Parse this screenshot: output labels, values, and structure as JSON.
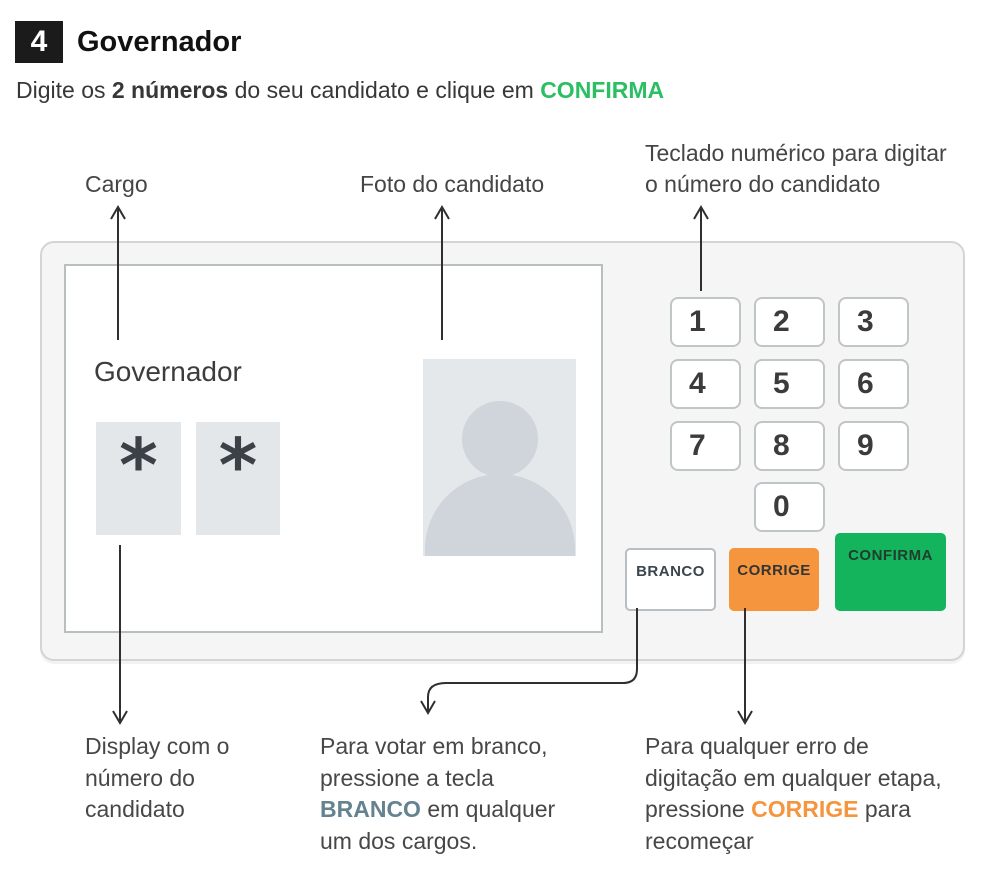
{
  "header": {
    "step_number": "4",
    "title": "Governador",
    "subtitle_prefix": "Digite os ",
    "subtitle_bold": "2 números",
    "subtitle_middle": " do seu candidato e clique em ",
    "subtitle_action": "CONFIRMA"
  },
  "callouts": {
    "cargo": "Cargo",
    "foto": "Foto do candidato",
    "teclado": "Teclado numérico para digitar\no número do candidato",
    "display": "Display com o\nnúmero do\ncandidato",
    "branco_caption": {
      "line1": "Para votar em branco,",
      "line2": "pressione a tecla",
      "line3_key": "BRANCO",
      "line3_rest": " em qualquer",
      "line4": "um dos cargos."
    },
    "corrige_caption": {
      "line1": "Para qualquer erro de",
      "line2": "digitação em qualquer etapa,",
      "line3_pre": "pressione ",
      "line3_key": "CORRIGE",
      "line3_rest": " para",
      "line4": "recomeçar"
    }
  },
  "machine": {
    "screen": {
      "office_label": "Governador",
      "digits": [
        "*",
        "*"
      ]
    },
    "keypad": [
      "1",
      "2",
      "3",
      "4",
      "5",
      "6",
      "7",
      "8",
      "9",
      "0"
    ],
    "buttons": {
      "branco": "BRANCO",
      "corrige": "CORRIGE",
      "confirma": "CONFIRMA"
    }
  },
  "colors": {
    "confirma_button_green": "#13b45c",
    "corrige_button_orange": "#f5953d",
    "subtitle_confirma_green": "#2abf62",
    "branco_word_blue_gray": "#64828f",
    "step_badge_black": "#1b1b1b",
    "machine_body_gray": "#f5f5f6",
    "digit_box_gray": "#e3e7ea",
    "photo_placeholder_gray": "#e4e8ea",
    "silhouette_gray": "#cfd5db"
  }
}
